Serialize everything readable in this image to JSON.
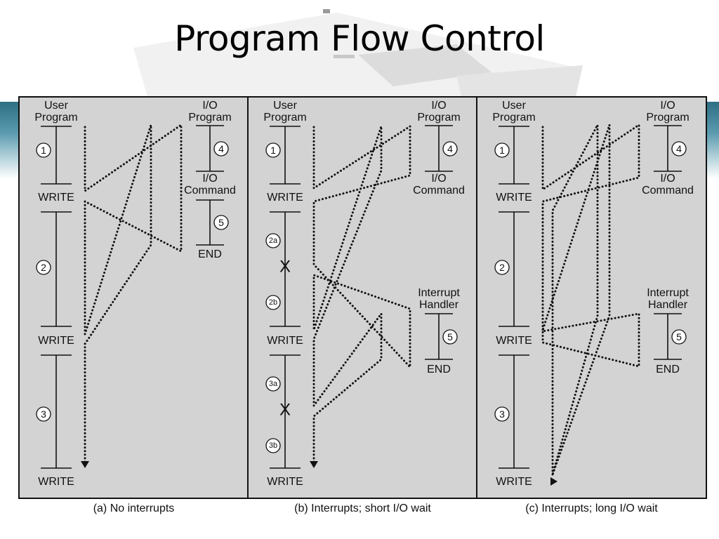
{
  "slide": {
    "title": "Program Flow Control"
  },
  "common": {
    "user_program_line1": "User",
    "user_program_line2": "Program",
    "io_program_line1": "I/O",
    "io_program_line2": "Program",
    "io_command_line1": "I/O",
    "io_command_line2": "Command",
    "write_label": "WRITE",
    "end_label": "END",
    "interrupt_handler_line1": "Interrupt",
    "interrupt_handler_line2": "Handler",
    "x_mark": "X"
  },
  "panels": [
    {
      "caption": "(a) No interrupts",
      "steps": {
        "s1": "1",
        "s2": "2",
        "s3": "3",
        "s4": "4",
        "s5": "5"
      }
    },
    {
      "caption": "(b) Interrupts; short I/O wait",
      "steps": {
        "s1": "1",
        "s2a": "2a",
        "s2b": "2b",
        "s3a": "3a",
        "s3b": "3b",
        "s4": "4",
        "s5": "5"
      }
    },
    {
      "caption": "(c) Interrupts; long I/O wait",
      "steps": {
        "s1": "1",
        "s2": "2",
        "s3": "3",
        "s4": "4",
        "s5": "5"
      }
    }
  ],
  "colors": {
    "panel_bg": "#d3d3d3",
    "ink": "#111111",
    "band": "#2f6f84"
  }
}
